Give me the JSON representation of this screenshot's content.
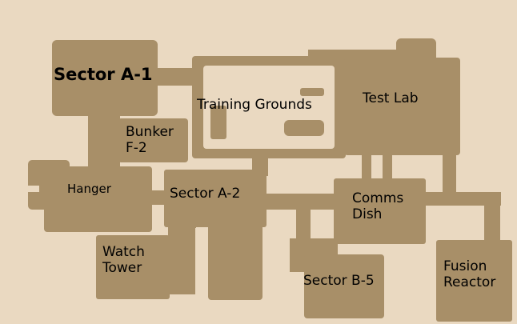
{
  "colors": {
    "background": "#ead9c1",
    "floor": "#a88f68",
    "interior": "#ead9c1"
  },
  "rooms": {
    "sector_a1": "Sector A-1",
    "training_grounds": "Training Grounds",
    "test_lab": "Test Lab",
    "bunker_f2": "Bunker\nF-2",
    "hanger": "Hanger",
    "sector_a2": "Sector A-2",
    "comms_dish": "Comms\nDish",
    "watch_tower": "Watch\nTower",
    "sector_b5": "Sector B-5",
    "fusion_reactor": "Fusion\nReactor"
  }
}
